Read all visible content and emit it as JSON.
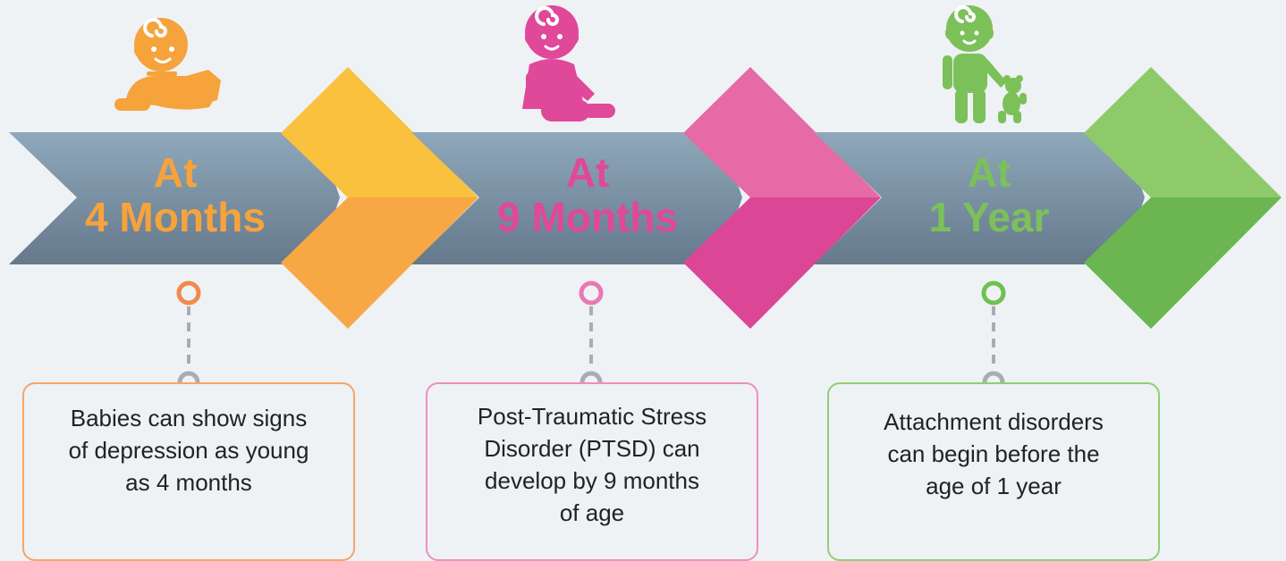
{
  "colors": {
    "background": "#eef2f5",
    "arrow_top": "#8fa8bb",
    "arrow_bottom": "#657a8c",
    "connector": "#a9adb1"
  },
  "stages": [
    {
      "title_line1": "At",
      "title_line2": "4 Months",
      "icon": "crawling-baby-icon",
      "color": "#f6a33c",
      "color_light": "#f9c13e",
      "color_dark": "#f7a845",
      "ring_color": "#f08a4b",
      "box_border": "#f3a66b",
      "description": [
        "Babies can show signs",
        "of depression as young",
        "as 4 months"
      ]
    },
    {
      "title_line1": "At",
      "title_line2": "9 Months",
      "icon": "sitting-baby-icon",
      "color": "#e0489a",
      "color_light": "#e56aa6",
      "color_dark": "#dc4697",
      "ring_color": "#e879b0",
      "box_border": "#ec8fbd",
      "description": [
        "Post-Traumatic Stress",
        "Disorder (PTSD) can",
        "develop by 9 months",
        "of age"
      ]
    },
    {
      "title_line1": "At",
      "title_line2": "1 Year",
      "icon": "standing-baby-with-teddy-icon",
      "color": "#7cc05a",
      "color_light": "#8ec96a",
      "color_dark": "#6bb650",
      "ring_color": "#6fc14f",
      "box_border": "#8fcf74",
      "description": [
        "Attachment disorders",
        "can begin before the",
        "age of 1 year"
      ]
    }
  ]
}
